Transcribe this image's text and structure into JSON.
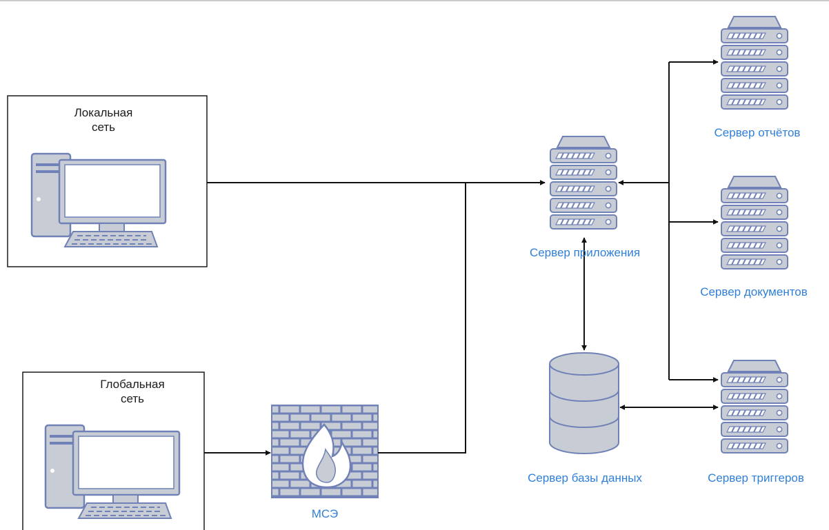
{
  "diagram": {
    "local_network": {
      "line1": "Локальная",
      "line2": "сеть"
    },
    "global_network": {
      "line1": "Глобальная",
      "line2": "сеть"
    },
    "firewall": {
      "label": "МСЭ"
    },
    "app_server": {
      "label": "Сервер приложения"
    },
    "db_server": {
      "label": "Сервер базы данных"
    },
    "reports_server": {
      "label": "Сервер отчётов"
    },
    "docs_server": {
      "label": "Сервер документов"
    },
    "triggers_server": {
      "label": "Сервер триггеров"
    }
  },
  "colors": {
    "icon_fill": "#c8ccd4",
    "icon_stroke": "#6f81b6",
    "label_blue": "#2f7fd8",
    "line": "#111111"
  }
}
